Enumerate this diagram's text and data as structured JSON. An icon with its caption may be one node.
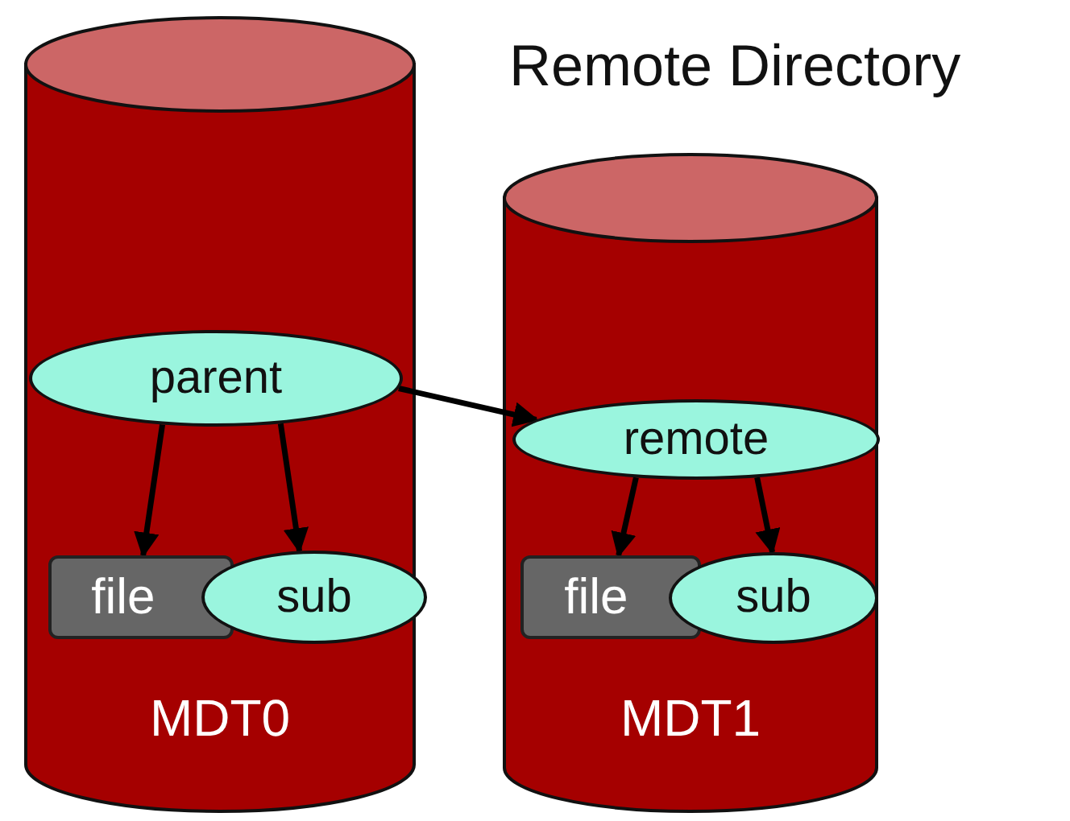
{
  "diagram": {
    "title": "Remote Directory",
    "nodes": [
      {
        "text": [
          "MDT0"
        ]
      },
      {
        "text": [
          "parent"
        ],
        "in": 0
      },
      {
        "text": [
          "file"
        ],
        "in": 0
      },
      {
        "text": [
          "sub"
        ],
        "in": 0
      },
      {
        "text": [
          "MDT1"
        ]
      },
      {
        "text": [
          "remote"
        ],
        "in": 4
      },
      {
        "text": [
          "file"
        ],
        "in": 4
      },
      {
        "text": [
          "sub"
        ],
        "in": 4
      }
    ],
    "edges": [
      {
        "from": 1,
        "to": 2,
        "arrow": "to"
      },
      {
        "from": 1,
        "to": 3,
        "arrow": "to"
      },
      {
        "from": 1,
        "to": 5,
        "arrow": "to"
      },
      {
        "from": 5,
        "to": 6,
        "arrow": "to"
      },
      {
        "from": 5,
        "to": 7,
        "arrow": "to"
      }
    ]
  }
}
